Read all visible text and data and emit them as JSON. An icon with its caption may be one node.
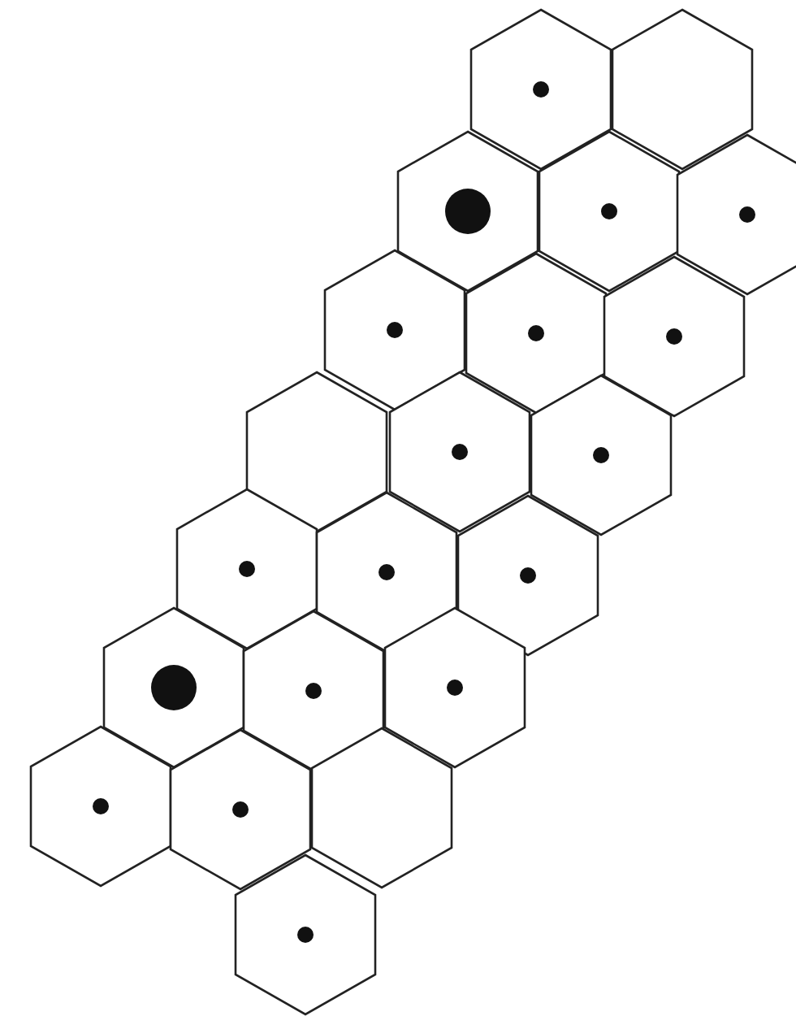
{
  "diagram": {
    "nodes": [
      {
        "text": [],
        "shape": "hexagon"
      },
      {
        "text": [],
        "shape": "hexagon"
      },
      {
        "text": [],
        "shape": "hexagon"
      },
      {
        "text": [],
        "shape": "hexagon"
      },
      {
        "text": [],
        "shape": "hexagon"
      },
      {
        "text": [],
        "shape": "hexagon"
      },
      {
        "text": [],
        "shape": "hexagon"
      },
      {
        "text": [],
        "shape": "hexagon"
      },
      {
        "text": [],
        "shape": "hexagon"
      },
      {
        "text": [],
        "shape": "hexagon"
      },
      {
        "text": [],
        "shape": "hexagon"
      },
      {
        "text": [],
        "shape": "hexagon"
      },
      {
        "text": [],
        "shape": "hexagon"
      },
      {
        "text": [],
        "shape": "hexagon"
      },
      {
        "text": [],
        "shape": "hexagon"
      },
      {
        "text": [],
        "shape": "hexagon"
      },
      {
        "text": [],
        "shape": "hexagon"
      },
      {
        "text": [],
        "shape": "hexagon"
      },
      {
        "text": [],
        "shape": "hexagon"
      },
      {
        "text": [],
        "shape": "hexagon"
      },
      {
        "text": [],
        "shape": "hexagon"
      }
    ]
  }
}
